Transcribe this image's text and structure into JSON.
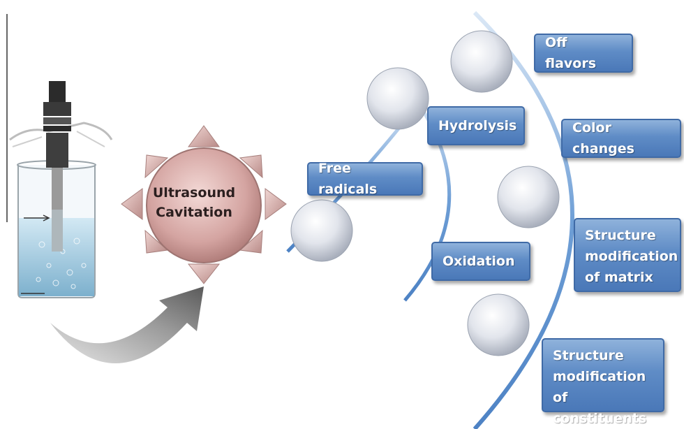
{
  "colors": {
    "box_fill": "#5f8cc6",
    "box_border": "#3f6aa6",
    "sun_fill": "#d7a8a5",
    "sun_ray": "#caa3a0",
    "arc": "#6f9fd6",
    "bubble": "#d9dde6",
    "arrow_gray": "#8a8a8a"
  },
  "diagram": {
    "center": {
      "label": "Ultrasound\nCavitation",
      "icon": "sun-burst"
    },
    "apparatus": {
      "icon": "ultrasonic-probe-beaker"
    },
    "arrow": {
      "icon": "curved-arrow"
    },
    "primary_effects": [
      {
        "id": "free-radicals",
        "label": "Free radicals"
      },
      {
        "id": "hydrolysis",
        "label": "Hydrolysis"
      },
      {
        "id": "oxidation",
        "label": "Oxidation"
      }
    ],
    "outcomes": [
      {
        "id": "off-flavors",
        "label": "Off flavors"
      },
      {
        "id": "color-changes",
        "label": "Color changes"
      },
      {
        "id": "structure-matrix",
        "label": "Structure\nmodification\nof matrix"
      },
      {
        "id": "structure-constituents",
        "label": "Structure\nmodification of\nconstituents"
      }
    ]
  }
}
